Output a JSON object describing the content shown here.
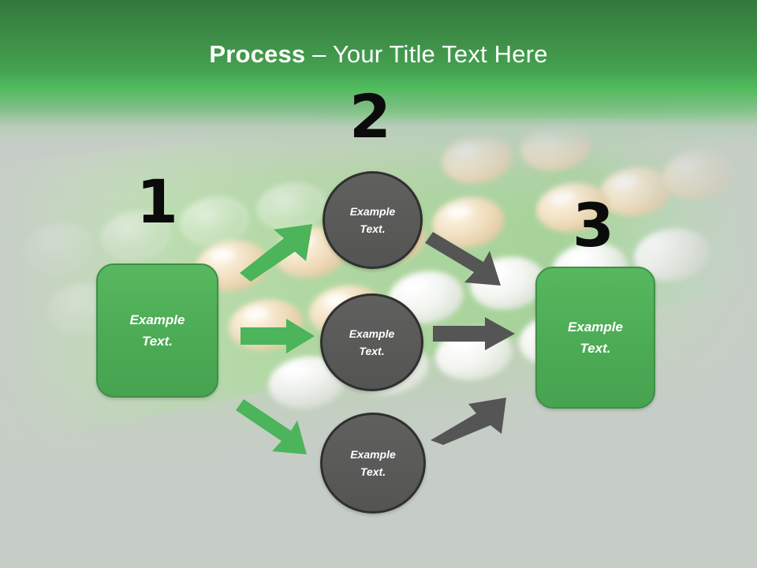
{
  "slide": {
    "background_color": "#c6cdc6",
    "header": {
      "title_bold": "Process",
      "title_rest": " – Your Title Text Here",
      "accent_color": "#4cab55"
    },
    "steps": [
      {
        "number": "1",
        "label_line1": "Example",
        "label_line2": "Text."
      },
      {
        "number": "2",
        "label_line1": "Example",
        "label_line2": "Text."
      },
      {
        "number": "3",
        "label_line1": "Example",
        "label_line2": "Text."
      }
    ],
    "nodes": {
      "left_box": {
        "line1": "Example",
        "line2": "Text.",
        "color": "#4cab55"
      },
      "right_box": {
        "line1": "Example",
        "line2": "Text.",
        "color": "#4cab55"
      },
      "circle_top": {
        "line1": "Example",
        "line2": "Text.",
        "color": "#5a5a59"
      },
      "circle_middle": {
        "line1": "Example",
        "line2": "Text.",
        "color": "#5a5a59"
      },
      "circle_bottom": {
        "line1": "Example",
        "line2": "Text.",
        "color": "#5a5a59"
      }
    },
    "arrows": {
      "green_color": "#4cb45a",
      "gray_color": "#555555",
      "items": [
        {
          "name": "arrow-left-to-top",
          "direction": "up-right",
          "color": "green"
        },
        {
          "name": "arrow-left-to-middle",
          "direction": "right",
          "color": "green"
        },
        {
          "name": "arrow-left-to-bottom",
          "direction": "down-right",
          "color": "green"
        },
        {
          "name": "arrow-top-to-right",
          "direction": "down-right",
          "color": "gray"
        },
        {
          "name": "arrow-middle-to-right",
          "direction": "right",
          "color": "gray"
        },
        {
          "name": "arrow-bottom-to-right",
          "direction": "up-right",
          "color": "gray"
        }
      ]
    },
    "background_image": {
      "subject": "blurred pill blister pack",
      "pill_colors": [
        "#f3e3c6",
        "#f4f6f2"
      ]
    }
  }
}
